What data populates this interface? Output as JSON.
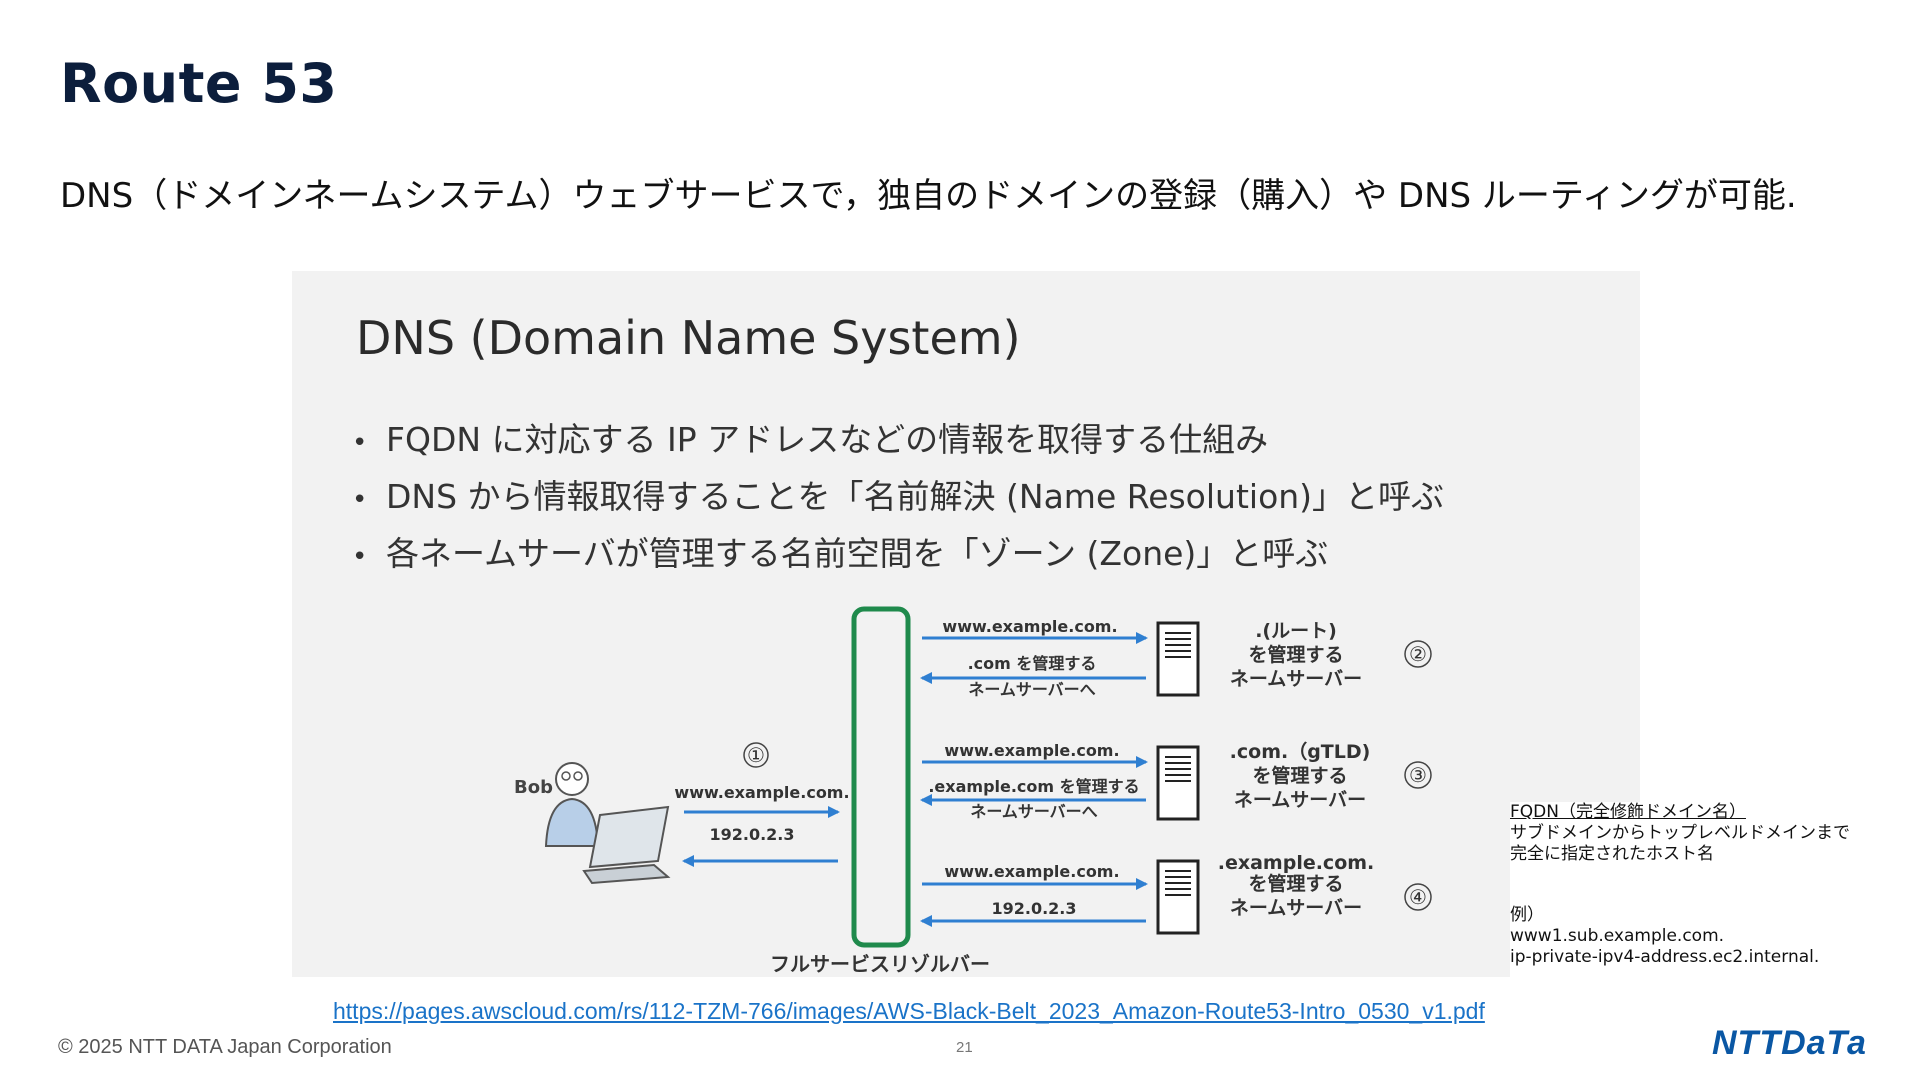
{
  "slide": {
    "title": "Route 53",
    "subtitle": "DNS（ドメインネームシステム）ウェブサービスで，独自のドメインの登録（購入）や DNS ルーティングが可能."
  },
  "embedded": {
    "title": "DNS (Domain Name System)",
    "bullets": [
      "FQDN に対応する IP アドレスなどの情報を取得する仕組み",
      "DNS から情報取得することを「名前解決 (Name Resolution)」と呼ぶ",
      "各ネームサーバが管理する名前空間を「ゾーン (Zone)」と呼ぶ"
    ],
    "diagram": {
      "user_name": "Bob",
      "step1": "①",
      "step2": "②",
      "step3": "③",
      "step4": "④",
      "bob_query": "www.example.com.",
      "bob_answer": "192.0.2.3",
      "resolver_label": "フルサービスリゾルバー",
      "root_query": "www.example.com.",
      "root_reply_1": ".com を管理する",
      "root_reply_2": "ネームサーバーへ",
      "root_server_1": ".(ルート)",
      "root_server_2": "を管理する",
      "root_server_3": "ネームサーバー",
      "tld_query": "www.example.com.",
      "tld_reply_1": ".example.com を管理する",
      "tld_reply_2": "ネームサーバーへ",
      "tld_server_1": ".com.（gTLD)",
      "tld_server_2": "を管理する",
      "tld_server_3": "ネームサーバー",
      "auth_query": "www.example.com.",
      "auth_reply": "192.0.2.3",
      "auth_server_1": ".example.com.",
      "auth_server_2": "を管理する",
      "auth_server_3": "ネームサーバー"
    }
  },
  "fqdn_note": {
    "heading": "FQDN（完全修飾ドメイン名）",
    "line1": "サブドメインからトップレベルドメインまで",
    "line2": "完全に指定されたホスト名",
    "example_heading": "例）",
    "example1": "www1.sub.example.com.",
    "example2": "ip-private-ipv4-address.ec2.internal."
  },
  "footer": {
    "source_url": "https://pages.awscloud.com/rs/112-TZM-766/images/AWS-Black-Belt_2023_Amazon-Route53-Intro_0530_v1.pdf",
    "copyright": "© 2025 NTT DATA Japan Corporation",
    "page_number": "21",
    "logo_text": "NTTDaTa"
  },
  "colors": {
    "title": "#0c1e3c",
    "arrow": "#2f7fd1",
    "resolver_border": "#1f8a4c",
    "link": "#1a73c8",
    "logo": "#0a57a4"
  }
}
